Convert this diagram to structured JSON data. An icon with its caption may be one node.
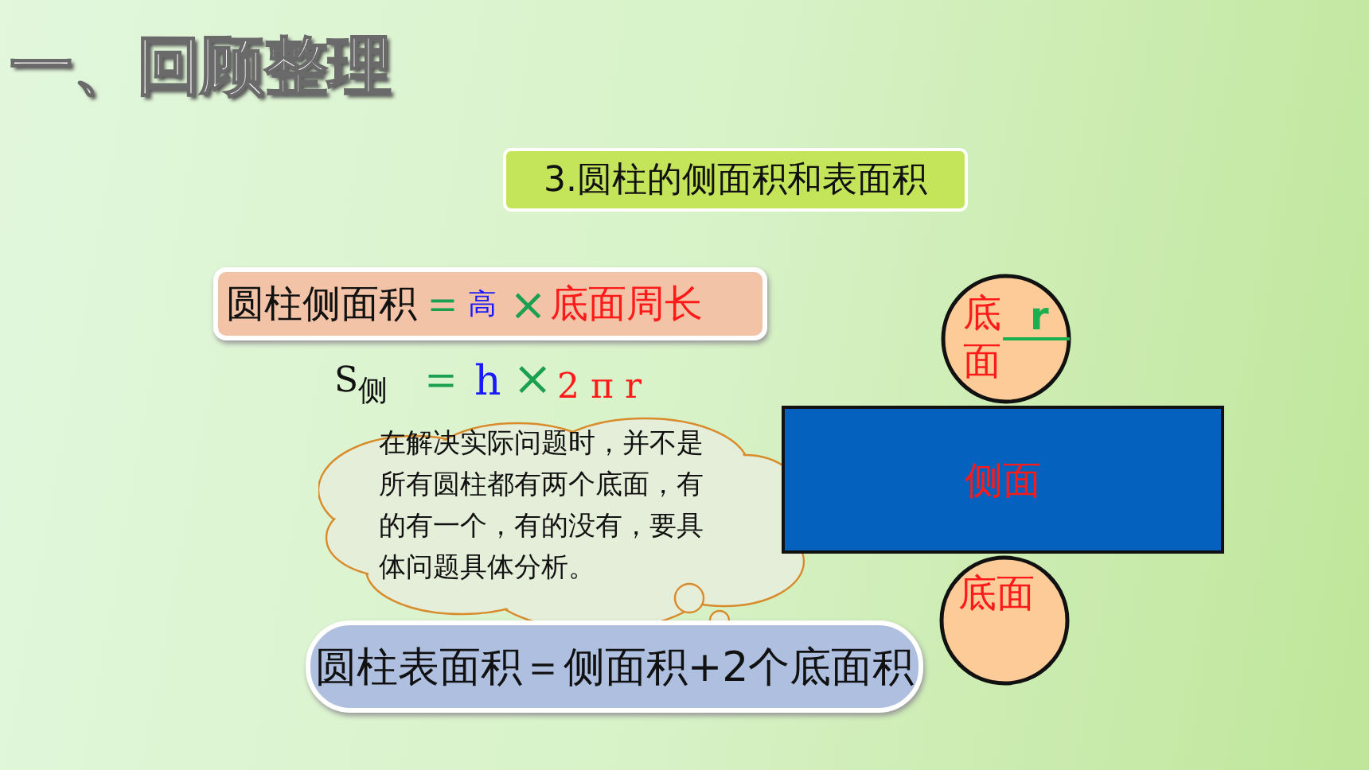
{
  "diagram": {
    "title": "一、回顾整理",
    "nodes": [
      {
        "text": [
          "3.圆柱的侧面积和表面积"
        ]
      },
      {
        "text": [
          "圆柱侧面积",
          "＝",
          "高",
          "×",
          "底面周长"
        ]
      },
      {
        "text": [
          "在解决实际问题时，并不是所有圆柱都有两个底面，有的有一个，有的没有，要具体问题具体分析。"
        ]
      },
      {
        "text": [
          "圆柱表面积＝侧面积+2个底面积"
        ]
      },
      {
        "text": [
          "底面",
          "r"
        ]
      },
      {
        "text": [
          "侧面"
        ]
      },
      {
        "text": [
          "底面"
        ]
      }
    ],
    "labels": [
      "S$_{侧}$",
      "＝",
      "h",
      "×",
      "2 π r"
    ]
  }
}
